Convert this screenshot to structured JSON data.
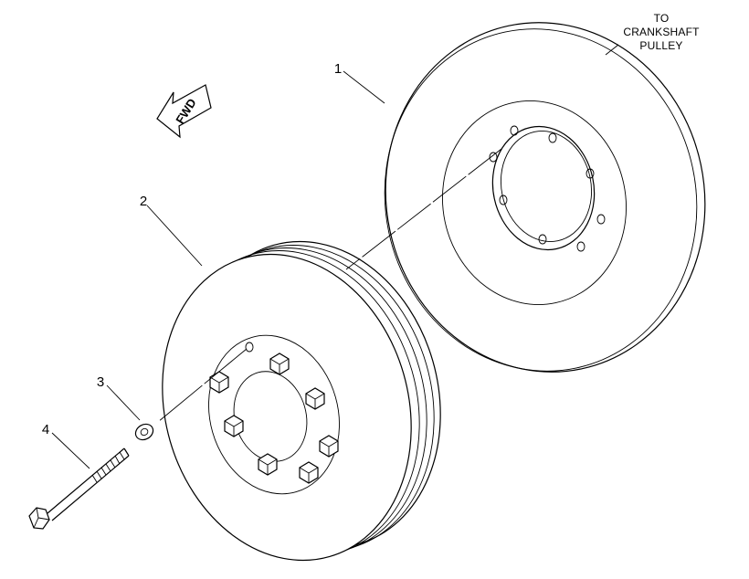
{
  "callouts": {
    "damper_outer": "1",
    "damper_inner": "2",
    "washer": "3",
    "bolt": "4"
  },
  "note": {
    "line1": "TO",
    "line2": "CRANKSHAFT",
    "line3": "PULLEY"
  },
  "fwd_label": "FWD",
  "icons": {
    "fwd_arrow": "fwd-arrow-icon"
  },
  "colors": {
    "line": "#000000",
    "background": "#ffffff"
  }
}
